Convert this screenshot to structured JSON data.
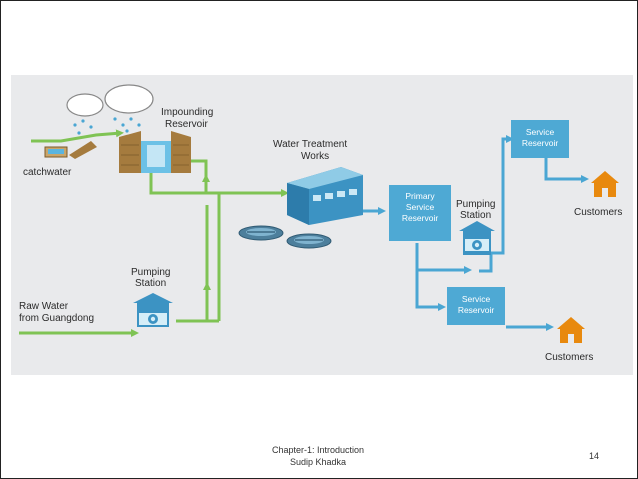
{
  "diagram": {
    "labels": {
      "impounding_reservoir_1": "Impounding",
      "impounding_reservoir_2": "Reservoir",
      "catchwater": "catchwater",
      "water_treatment_1": "Water Treatment",
      "water_treatment_2": "Works",
      "primary_service_1": "Primary",
      "primary_service_2": "Service",
      "primary_service_3": "Reservoir",
      "pumping_station_left_1": "Pumping",
      "pumping_station_left_2": "Station",
      "pumping_station_right_1": "Pumping",
      "pumping_station_right_2": "Station",
      "raw_water_1": "Raw Water",
      "raw_water_2": "from Guangdong",
      "service_top_1": "Service",
      "service_top_2": "Reservoir",
      "service_bottom_1": "Service",
      "service_bottom_2": "Reservoir",
      "customers_top": "Customers",
      "customers_bottom": "Customers"
    },
    "colors": {
      "raw_water_pipe": "#7fc354",
      "treated_water_pipe": "#4aa6d3",
      "box_fill": "#4ea9d4",
      "house": "#e8890e",
      "background": "#e9eaec"
    }
  },
  "footer": {
    "line1": "Chapter-1: Introduction",
    "line2": "Sudip Khadka",
    "page_number": "14"
  }
}
